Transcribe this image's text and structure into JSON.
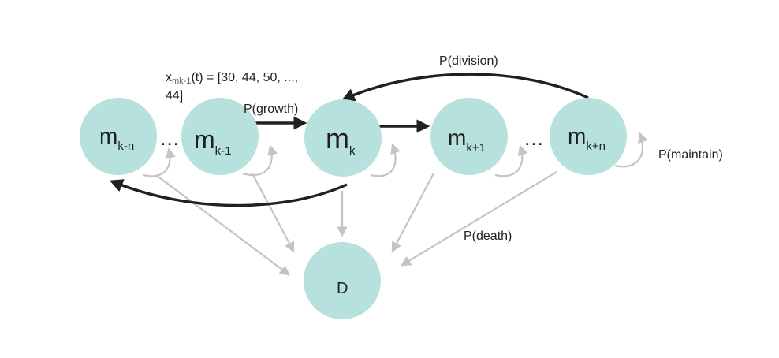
{
  "nodes": {
    "m_kn": {
      "base": "m",
      "sub": "k-n"
    },
    "m_k1": {
      "base": "m",
      "sub": "k-1"
    },
    "m_k": {
      "base": "m",
      "sub": "k"
    },
    "m_kp1": {
      "base": "m",
      "sub": "k+1"
    },
    "m_kpn": {
      "base": "m",
      "sub": "k+n"
    },
    "death": {
      "label": "D"
    }
  },
  "ellipsis": "…",
  "labels": {
    "division": "P(division)",
    "growth": "P(growth)",
    "maintain": "P(maintain)",
    "death": "P(death)"
  },
  "annotation": {
    "var": "x",
    "sub": "mk-1",
    "line1_rest": "(t) = [30, 44, 50, ...,",
    "line2": "44]"
  },
  "colors": {
    "node_fill": "#b7e1dc",
    "arrow_dark": "#202020",
    "arrow_gray": "#c4c4c4"
  }
}
